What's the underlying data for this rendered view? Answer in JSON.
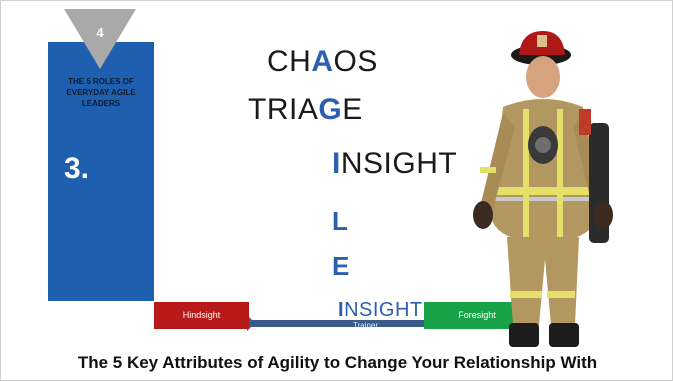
{
  "badge": {
    "number": "4"
  },
  "panel": {
    "roles_label": "THE 5 ROLES OF EVERYDAY AGILE LEADERS",
    "number": "3."
  },
  "words": {
    "chaos_pre": "CH",
    "chaos_hl": "A",
    "chaos_post": "OS",
    "triage_pre": "TRIA",
    "triage_hl": "G",
    "triage_post": "E",
    "insight_hl": "I",
    "insight_post": "NSIGHT",
    "letter_l": "L",
    "letter_e": "E"
  },
  "timeline": {
    "hindsight": "Hindsight",
    "insight_cap": "I",
    "insight_rest": "NSIGHT",
    "trainer": "Trainer",
    "foresight": "Foresight"
  },
  "footer": "The 5 Key Attributes of Agility to Change Your Relationship With",
  "colors": {
    "panel_blue": "#1f5fb0",
    "highlight_blue": "#2d5fb0",
    "hindsight_red": "#b81a1a",
    "foresight_green": "#17a247",
    "badge_gray": "#a9a9a9"
  },
  "icons": {
    "figure": "firefighter-icon"
  }
}
